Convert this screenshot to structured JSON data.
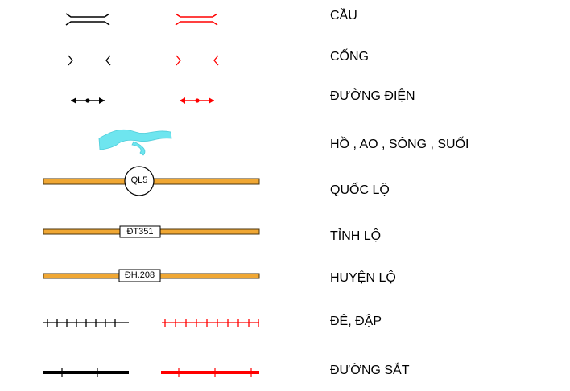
{
  "legend": {
    "rows": [
      {
        "label": "CẦU",
        "symbol": "bridge-symbol"
      },
      {
        "label": "CỐNG",
        "symbol": "culvert-symbol"
      },
      {
        "label": "ĐƯỜNG ĐIỆN",
        "symbol": "power-line-symbol"
      },
      {
        "label": "HỒ , AO , SÔNG , SUỐI",
        "symbol": "water-body-symbol"
      },
      {
        "label": "QUỐC LỘ",
        "symbol": "national-road-symbol",
        "marker": "QL5"
      },
      {
        "label": "TỈNH LỘ",
        "symbol": "provincial-road-symbol",
        "marker": "ĐT351"
      },
      {
        "label": "HUYỆN LỘ",
        "symbol": "district-road-symbol",
        "marker": "ĐH.208"
      },
      {
        "label": "ĐÊ, ĐẬP",
        "symbol": "dike-dam-symbol"
      },
      {
        "label": "ĐƯỜNG SẮT",
        "symbol": "railway-symbol"
      }
    ]
  },
  "colors": {
    "existing": "#000000",
    "planned": "#ff0000",
    "road_fill": "#f0a733",
    "water": "#5fe3ee"
  }
}
